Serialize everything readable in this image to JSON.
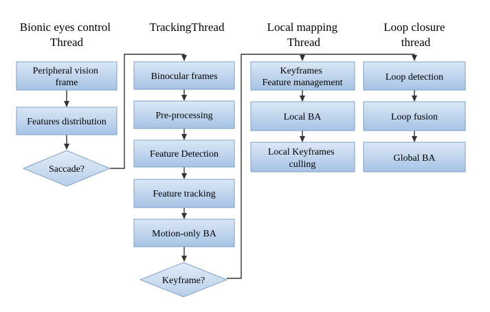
{
  "headings": [
    {
      "lines": [
        "Bionic eyes control",
        "Thread"
      ]
    },
    {
      "lines": [
        "TrackingThread"
      ]
    },
    {
      "lines": [
        "Local mapping",
        "Thread"
      ]
    },
    {
      "lines": [
        "Loop closure",
        "thread"
      ]
    }
  ],
  "nodes": {
    "peripheral": [
      "Peripheral vision",
      "frame"
    ],
    "features_dist": [
      "Features distribution"
    ],
    "saccade": [
      "Saccade?"
    ],
    "binocular": [
      "Binocular frames"
    ],
    "preproc": [
      "Pre-processing"
    ],
    "feat_detect": [
      "Feature Detection"
    ],
    "feat_track": [
      "Feature tracking"
    ],
    "motion_ba": [
      "Motion-only BA"
    ],
    "keyframe": [
      "Keyframe?"
    ],
    "kf_mgmt": [
      "Keyframes",
      "Feature management"
    ],
    "local_ba": [
      "Local BA"
    ],
    "kf_cull": [
      "Local Keyframes",
      "culling"
    ],
    "loop_detect": [
      "Loop detection"
    ],
    "loop_fusion": [
      "Loop fusion"
    ],
    "global_ba": [
      "Global BA"
    ]
  },
  "colors": {
    "box_light": "#d8e6f5",
    "box_dark": "#a9c5e6",
    "box_border": "#7f9fc6",
    "edge": "#333333"
  }
}
